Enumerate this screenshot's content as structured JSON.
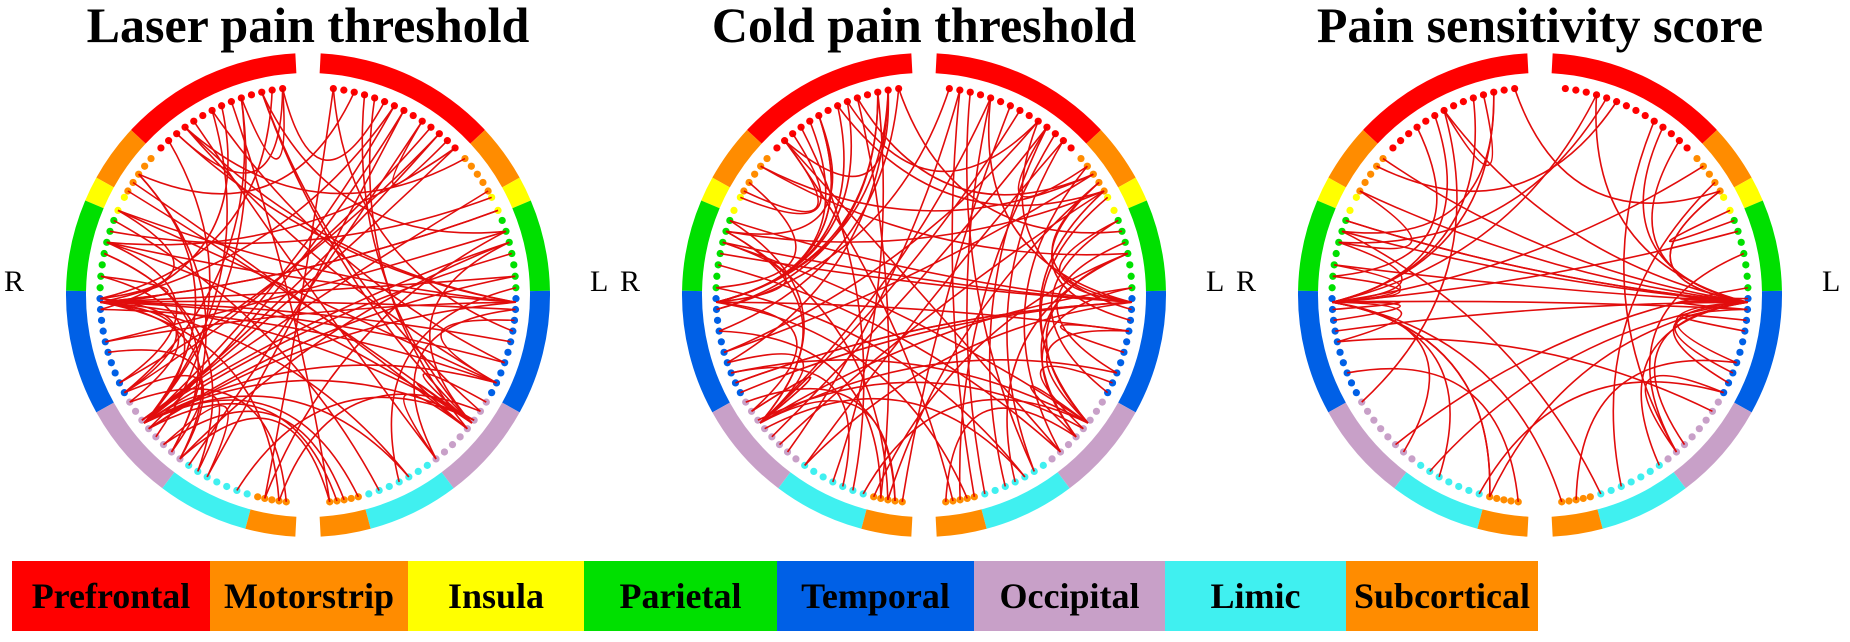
{
  "regions": [
    {
      "name": "Prefrontal",
      "color": "#ff0000"
    },
    {
      "name": "Motorstrip",
      "color": "#ff8c00"
    },
    {
      "name": "Insula",
      "color": "#ffff00"
    },
    {
      "name": "Parietal",
      "color": "#00e000"
    },
    {
      "name": "Temporal",
      "color": "#0060e6"
    },
    {
      "name": "Occipital",
      "color": "#c8a0c8"
    },
    {
      "name": "Limic",
      "color": "#40f0f0"
    },
    {
      "name": "Subcortical",
      "color": "#ff8c00"
    }
  ],
  "panels": [
    {
      "title": "Laser pain threshold",
      "left_label": "R",
      "right_label": "L",
      "edge_color": "#e00000"
    },
    {
      "title": "Cold pain threshold",
      "left_label": "R",
      "right_label": "L",
      "edge_color": "#e00000"
    },
    {
      "title": "Pain sensitivity score",
      "left_label": "R",
      "right_label": "L",
      "edge_color": "#e00000"
    }
  ]
}
